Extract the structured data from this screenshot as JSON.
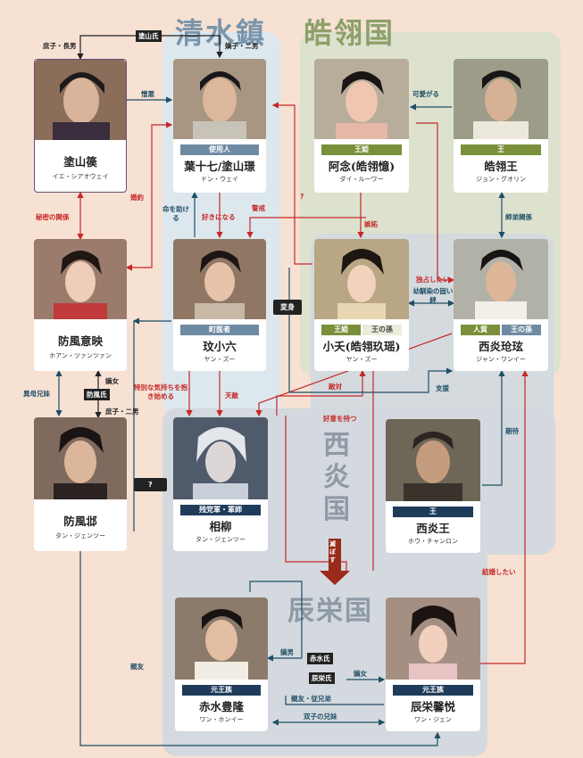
{
  "regions": {
    "seisuichin": "清水鎮",
    "kokokoku": "皓翎国",
    "seienkoku": "西炎国",
    "shineikoku": "辰栄国"
  },
  "cards": {
    "toshanten": {
      "tags": [],
      "name": "塗山篌",
      "reading": "イエ・シアオウェイ"
    },
    "yoshunana": {
      "tags": [
        "使用人"
      ],
      "name": "葉十七/塗山璟",
      "reading": "ドン・ウェイ"
    },
    "anen": {
      "tags": [
        "王姫"
      ],
      "name": "阿念(皓翎憶)",
      "reading": "ダイ・ルーワー"
    },
    "kokuou": {
      "tags": [
        "王"
      ],
      "name": "皓翎王",
      "reading": "ジョン・グオリン"
    },
    "bofuiei": {
      "tags": [],
      "name": "防風意映",
      "reading": "ホアン・ツァンツァン"
    },
    "bunshoroku": {
      "tags": [
        "町医者"
      ],
      "name": "玟小六",
      "reading": "ヤン・ズー"
    },
    "shoyo": {
      "tags": [
        "王姫",
        "王の孫"
      ],
      "name": "小夭(皓翎玖瑶)",
      "reading": "ヤン・ズー"
    },
    "seienshin": {
      "tags": [
        "人質",
        "王の孫"
      ],
      "name": "西炎玱玹",
      "reading": "ジャン・ワンイー"
    },
    "bofuhai": {
      "tags": [],
      "name": "防風邶",
      "reading": "タン・ジェンツー"
    },
    "soryu": {
      "tags": [
        "残党軍・軍師"
      ],
      "name": "相柳",
      "reading": "タン・ジェンツー"
    },
    "seienou": {
      "tags": [
        "王"
      ],
      "name": "西炎王",
      "reading": "ホウ・チャンロン"
    },
    "sekisuihoryu": {
      "tags": [
        "元王族"
      ],
      "name": "赤水豊隆",
      "reading": "ワン・ホンイー"
    },
    "shineikinetsu": {
      "tags": [
        "元王族"
      ],
      "name": "辰栄馨悦",
      "reading": "ワン・ジェン"
    }
  },
  "boxes": {
    "tozanshi": "塗山氏",
    "bofushi": "防風氏",
    "sekisuishi": "赤水氏",
    "shineishi": "辰栄氏",
    "henshin": "変身",
    "question": "?",
    "horobosu": "滅ぼす"
  },
  "labels": {
    "shoshi_chonan": "庶子・長男",
    "chakushi_jinan": "嫡子・二男",
    "zoo": "憎悪",
    "konyaku": "婚約",
    "himitsu": "秘密の関係",
    "inochi": "命を助ける",
    "sukini": "好きになる",
    "keikai": "警戒",
    "q": "?",
    "shitto": "嫉妬",
    "dokusen": "独占したい",
    "kawaigaru": "可愛がる",
    "shitei": "師弟関係",
    "osananajimi": "幼馴染の固い絆",
    "ibo": "異母兄妹",
    "chakujo": "嫡女",
    "shoshi_jinan": "庶子・二男",
    "tokubetsu": "特別な気持ちを抱き始める",
    "tenteki": "天敵",
    "tekitai": "敵対",
    "koui": "好意を持つ",
    "shien": "支援",
    "kitai": "期待",
    "kekkon": "結婚したい",
    "shinyu": "親友",
    "chakunan": "嫡男",
    "chakujo2": "嫡女",
    "shinyu_juu": "親友・従兄弟",
    "futago": "双子の兄妹"
  },
  "colors": {
    "red": "#c62828",
    "blue": "#1f4e66",
    "green": "#7a8f3a",
    "navy": "#1f3b5a"
  }
}
